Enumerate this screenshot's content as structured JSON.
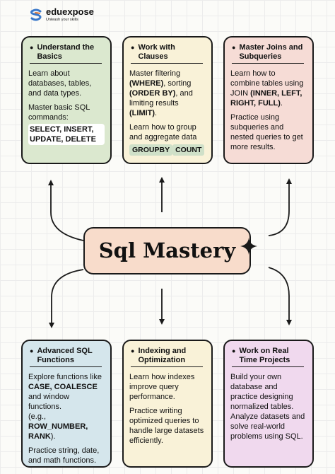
{
  "brand": {
    "name": "eduexpose",
    "tagline": "Unleash your skills",
    "logo_icon": "stacked-s-logo-icon",
    "accent": "#3a78c9"
  },
  "center": {
    "label": "Sql Mastery"
  },
  "cards": {
    "basics": {
      "title": "Understand the Basics",
      "p1": "Learn about databases, tables, and data types.",
      "p2": "Master basic SQL commands:",
      "cmds": "SELECT, INSERT, UPDATE, DELETE",
      "color": "#dbe8cf"
    },
    "clauses": {
      "title": "Work with Clauses",
      "p1_a": "Master filtering ",
      "p1_b": "(WHERE)",
      "p1_c": ", sorting ",
      "p1_d": "(ORDER BY)",
      "p1_e": ", and limiting results ",
      "p1_f": "(LIMIT)",
      "p1_g": ".",
      "p2": "Learn how to group and aggregate data",
      "chip1": "GROUPBY",
      "chip2": "COUNT",
      "color": "#f9f2d8"
    },
    "joins": {
      "title": "Master Joins and Subqueries",
      "p1_a": "Learn how to combine tables using JOIN ",
      "p1_b": "(INNER, LEFT, RIGHT, FULL)",
      "p1_c": ".",
      "p2": "Practice using subqueries and nested queries to get more results.",
      "color": "#f6dcd6"
    },
    "functions": {
      "title": "Advanced SQL Functions",
      "p1_a": "Explore functions like ",
      "p1_b": "CASE, COALESCE",
      "p1_c": " and window functions.",
      "p1_d": "(e.g., ",
      "p1_e": "ROW_NUMBER, RANK",
      "p1_f": ").",
      "p2": "Practice string, date, and math functions.",
      "color": "#d5e6ec"
    },
    "indexing": {
      "title": "Indexing and Optimization",
      "p1": "Learn how indexes improve query performance.",
      "p2": "Practice writing optimized queries to handle large datasets efficiently.",
      "color": "#f9f2d8"
    },
    "projects": {
      "title": "Work on Real Time Projects",
      "p1": "Build your own database and practice designing normalized tables.",
      "p2": "Analyze datasets and solve real-world problems using SQL.",
      "color": "#f0d9ee"
    }
  }
}
